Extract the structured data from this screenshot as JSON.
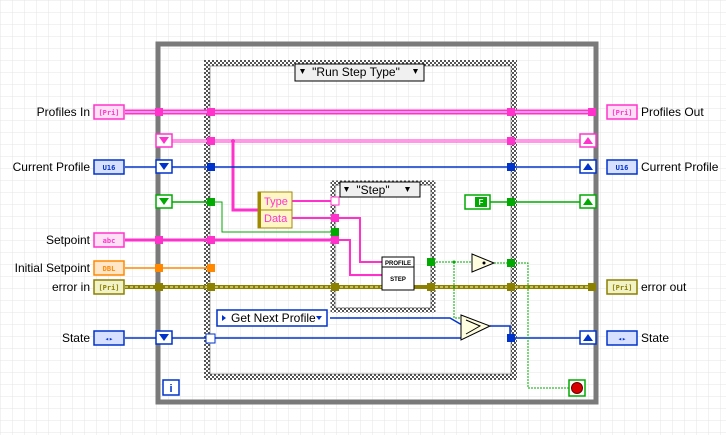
{
  "diagram": {
    "case_selector": "\"Run Step Type\"",
    "inner_case_selector": "\"Step\"",
    "enum_constant": "Get Next Profile",
    "info_icon": "i",
    "unbundle_items": [
      "Type",
      "Data"
    ],
    "subvi": {
      "top": "PROFILE",
      "bottom": "STEP"
    },
    "bool_constant": "F",
    "left_labels": {
      "profiles_in": "Profiles In",
      "current_profile": "Current Profile",
      "setpoint": "Setpoint",
      "initial_setpoint": "Initial Setpoint",
      "error_in": "error in",
      "state": "State"
    },
    "right_labels": {
      "profiles_out": "Profiles Out",
      "current_profile": "Current Profile",
      "error_out": "error out",
      "state": "State"
    },
    "terminal_types": {
      "profiles": "[Pri]",
      "u16": "U16",
      "abc": "abc",
      "dbl": "DBL",
      "cluster": "[Pri]",
      "enum": "◂▸"
    },
    "colors": {
      "grid": "#e4e4e4",
      "loop_border": "#7a7a7a",
      "case_border": "#5a5a5a",
      "pink_wire": "#ff33cc",
      "blue_wire": "#0033cc",
      "green_wire": "#00aa00",
      "orange_wire": "#ff8800",
      "error_wire": "#8b8000",
      "stop_red": "#d80000"
    }
  }
}
